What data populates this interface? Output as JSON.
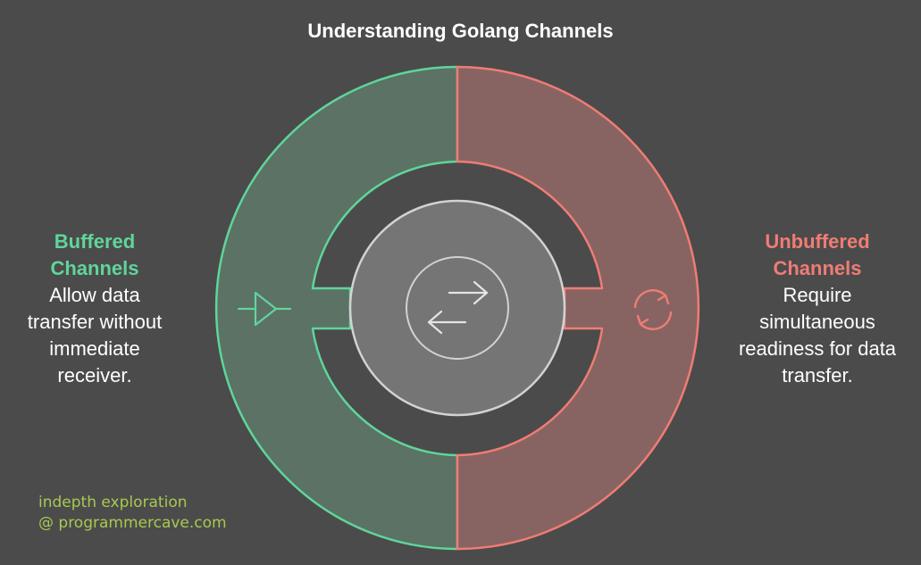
{
  "title": "Understanding Golang Channels",
  "left": {
    "heading_line1": "Buffered",
    "heading_line2": "Channels",
    "desc_lines": [
      "Allow data",
      "transfer without",
      "immediate",
      "receiver."
    ],
    "icon": "buffer-amplifier-icon",
    "color": "#5fd59b"
  },
  "right": {
    "heading_line1": "Unbuffered",
    "heading_line2": "Channels",
    "desc_lines": [
      "Require",
      "simultaneous",
      "readiness for data",
      "transfer."
    ],
    "icon": "sync-cycle-icon",
    "color": "#f07c75"
  },
  "center": {
    "icon": "exchange-arrows-icon"
  },
  "footer": {
    "line1": "indepth exploration",
    "line2": "@ programmercave.com"
  }
}
